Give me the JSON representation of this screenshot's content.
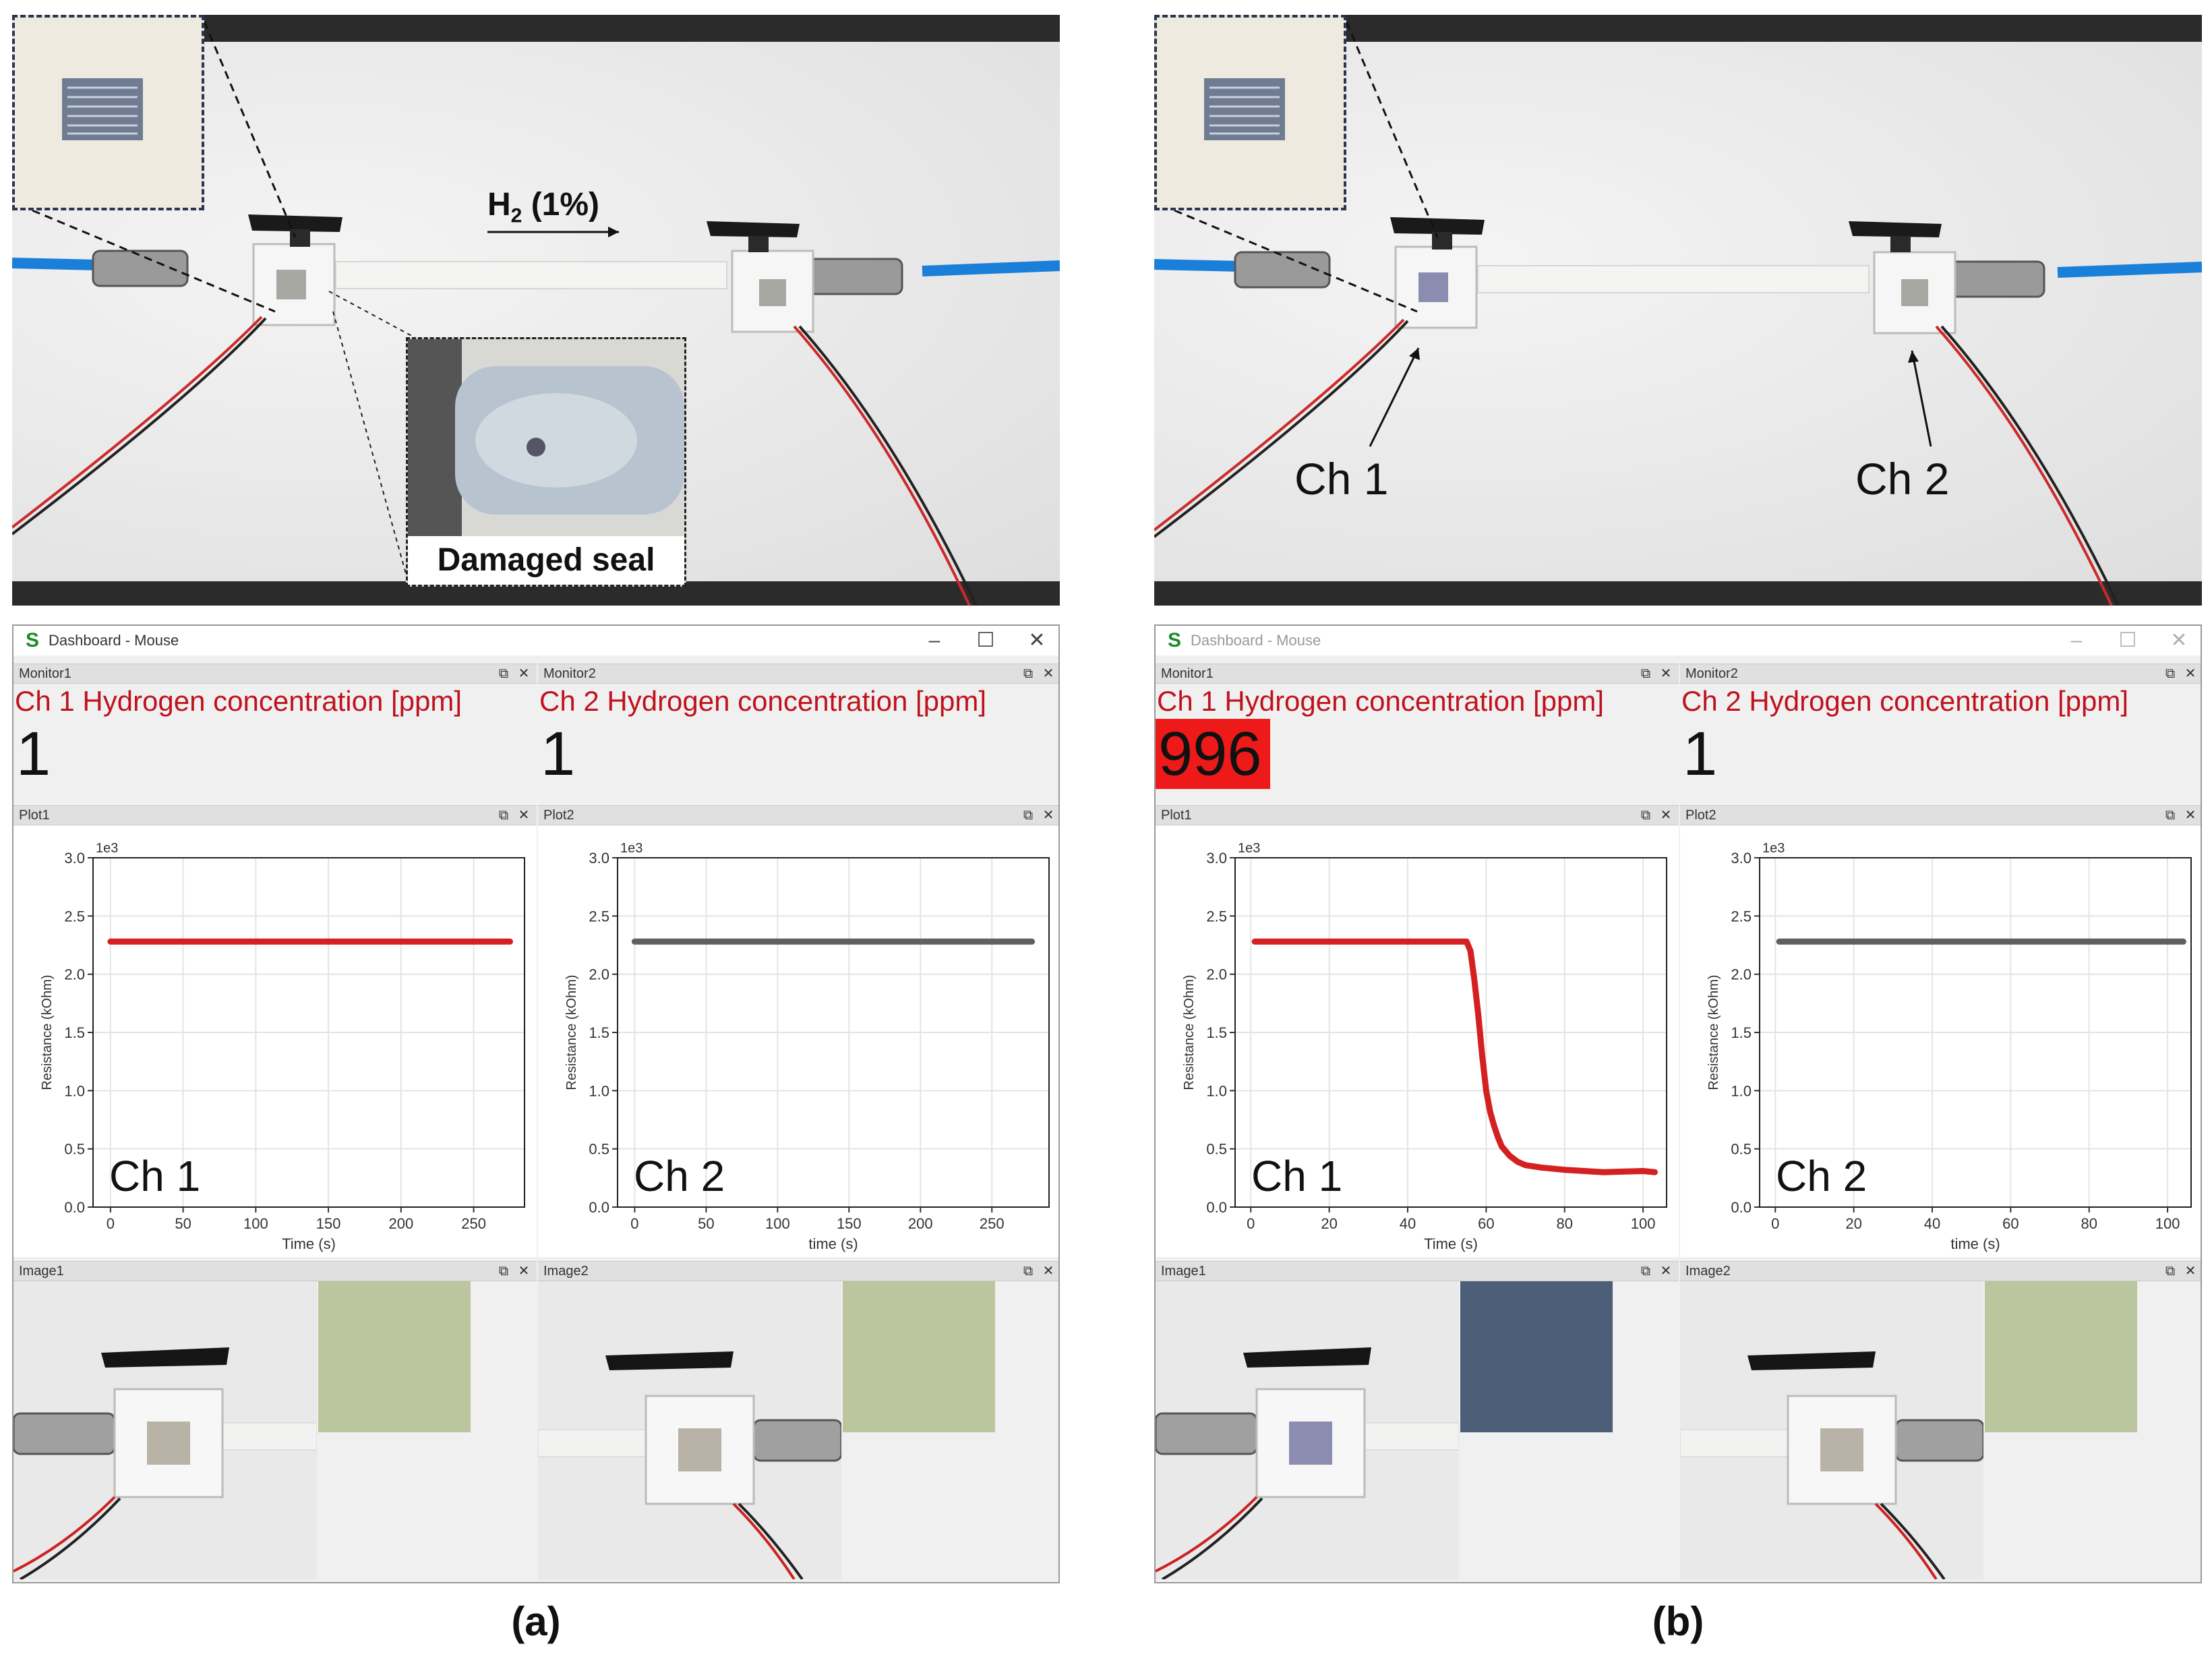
{
  "panels": [
    {
      "caption": "(a)",
      "photo": {
        "flow_label": "H",
        "flow_label_sub": "2",
        "flow_label_rest": " (1%)",
        "seal_label": "Damaged seal"
      },
      "window": {
        "title": "Dashboard - Mouse",
        "monitors": [
          {
            "dock_title": "Monitor1",
            "label": "Ch 1 Hydrogen concentration  [ppm]",
            "value": "1",
            "alarm": false
          },
          {
            "dock_title": "Monitor2",
            "label": "Ch 2 Hydrogen concentration  [ppm]",
            "value": "1",
            "alarm": false
          }
        ],
        "plots": [
          {
            "dock_title": "Plot1",
            "channel_label": "Ch 1",
            "xlabel": "Time (s)",
            "ylabel": "Resistance (kOhm)",
            "color": "#d42020"
          },
          {
            "dock_title": "Plot2",
            "channel_label": "Ch 2",
            "xlabel": "time (s)",
            "ylabel": "Resistance (kOhm)",
            "color": "#606060"
          }
        ],
        "images": [
          {
            "dock_title": "Image1",
            "swatch_color": "#bcc69e",
            "chip_color": "#b8b3a6"
          },
          {
            "dock_title": "Image2",
            "swatch_color": "#bcc69e",
            "chip_color": "#b8b3a6"
          }
        ]
      }
    },
    {
      "caption": "(b)",
      "photo": {
        "ch1_label": "Ch 1",
        "ch2_label": "Ch 2"
      },
      "window": {
        "title": "Dashboard - Mouse",
        "monitors": [
          {
            "dock_title": "Monitor1",
            "label": "Ch 1 Hydrogen concentration  [ppm]",
            "value": "996",
            "alarm": true
          },
          {
            "dock_title": "Monitor2",
            "label": "Ch 2 Hydrogen concentration  [ppm]",
            "value": "1",
            "alarm": false
          }
        ],
        "plots": [
          {
            "dock_title": "Plot1",
            "channel_label": "Ch 1",
            "xlabel": "Time (s)",
            "ylabel": "Resistance (kOhm)",
            "color": "#d42020"
          },
          {
            "dock_title": "Plot2",
            "channel_label": "Ch 2",
            "xlabel": "time (s)",
            "ylabel": "Resistance (kOhm)",
            "color": "#606060"
          }
        ],
        "images": [
          {
            "dock_title": "Image1",
            "swatch_color": "#4d5f78",
            "chip_color": "#8c8cb0"
          },
          {
            "dock_title": "Image2",
            "swatch_color": "#bcc69e",
            "chip_color": "#b8b3a6"
          }
        ]
      }
    }
  ],
  "chart_data": [
    {
      "panel": "a",
      "plot": "Plot1",
      "type": "line",
      "xlabel": "Time (s)",
      "ylabel": "Resistance (kOhm)",
      "y_scale_note": "1e3",
      "xlim": [
        -12,
        285
      ],
      "ylim": [
        0,
        3.0
      ],
      "xticks": [
        0,
        50,
        100,
        150,
        200,
        250
      ],
      "yticks": [
        0.0,
        0.5,
        1.0,
        1.5,
        2.0,
        2.5,
        3.0
      ],
      "series": [
        {
          "color": "#d42020",
          "x": [
            0,
            275
          ],
          "y": [
            2.28,
            2.28
          ]
        }
      ]
    },
    {
      "panel": "a",
      "plot": "Plot2",
      "type": "line",
      "xlabel": "time (s)",
      "ylabel": "Resistance (kOhm)",
      "y_scale_note": "1e3",
      "xlim": [
        -12,
        290
      ],
      "ylim": [
        0,
        3.0
      ],
      "xticks": [
        0,
        50,
        100,
        150,
        200,
        250
      ],
      "yticks": [
        0.0,
        0.5,
        1.0,
        1.5,
        2.0,
        2.5,
        3.0
      ],
      "series": [
        {
          "color": "#606060",
          "x": [
            0,
            278
          ],
          "y": [
            2.28,
            2.28
          ]
        }
      ]
    },
    {
      "panel": "b",
      "plot": "Plot1",
      "type": "line",
      "xlabel": "Time (s)",
      "ylabel": "Resistance (kOhm)",
      "y_scale_note": "1e3",
      "xlim": [
        -4,
        106
      ],
      "ylim": [
        0,
        3.0
      ],
      "xticks": [
        0,
        20,
        40,
        60,
        80,
        100
      ],
      "yticks": [
        0.0,
        0.5,
        1.0,
        1.5,
        2.0,
        2.5,
        3.0
      ],
      "series": [
        {
          "color": "#d42020",
          "x": [
            1,
            20,
            40,
            55,
            56,
            57,
            58,
            59,
            60,
            61,
            62,
            63,
            64,
            66,
            68,
            70,
            74,
            80,
            90,
            100,
            103
          ],
          "y": [
            2.28,
            2.28,
            2.28,
            2.28,
            2.2,
            1.95,
            1.65,
            1.3,
            1.0,
            0.82,
            0.7,
            0.6,
            0.52,
            0.44,
            0.39,
            0.36,
            0.34,
            0.32,
            0.3,
            0.31,
            0.3
          ]
        }
      ]
    },
    {
      "panel": "b",
      "plot": "Plot2",
      "type": "line",
      "xlabel": "time (s)",
      "ylabel": "Resistance (kOhm)",
      "y_scale_note": "1e3",
      "xlim": [
        -4,
        106
      ],
      "ylim": [
        0,
        3.0
      ],
      "xticks": [
        0,
        20,
        40,
        60,
        80,
        100
      ],
      "yticks": [
        0.0,
        0.5,
        1.0,
        1.5,
        2.0,
        2.5,
        3.0
      ],
      "series": [
        {
          "color": "#606060",
          "x": [
            1,
            104
          ],
          "y": [
            2.28,
            2.28
          ]
        }
      ]
    }
  ]
}
